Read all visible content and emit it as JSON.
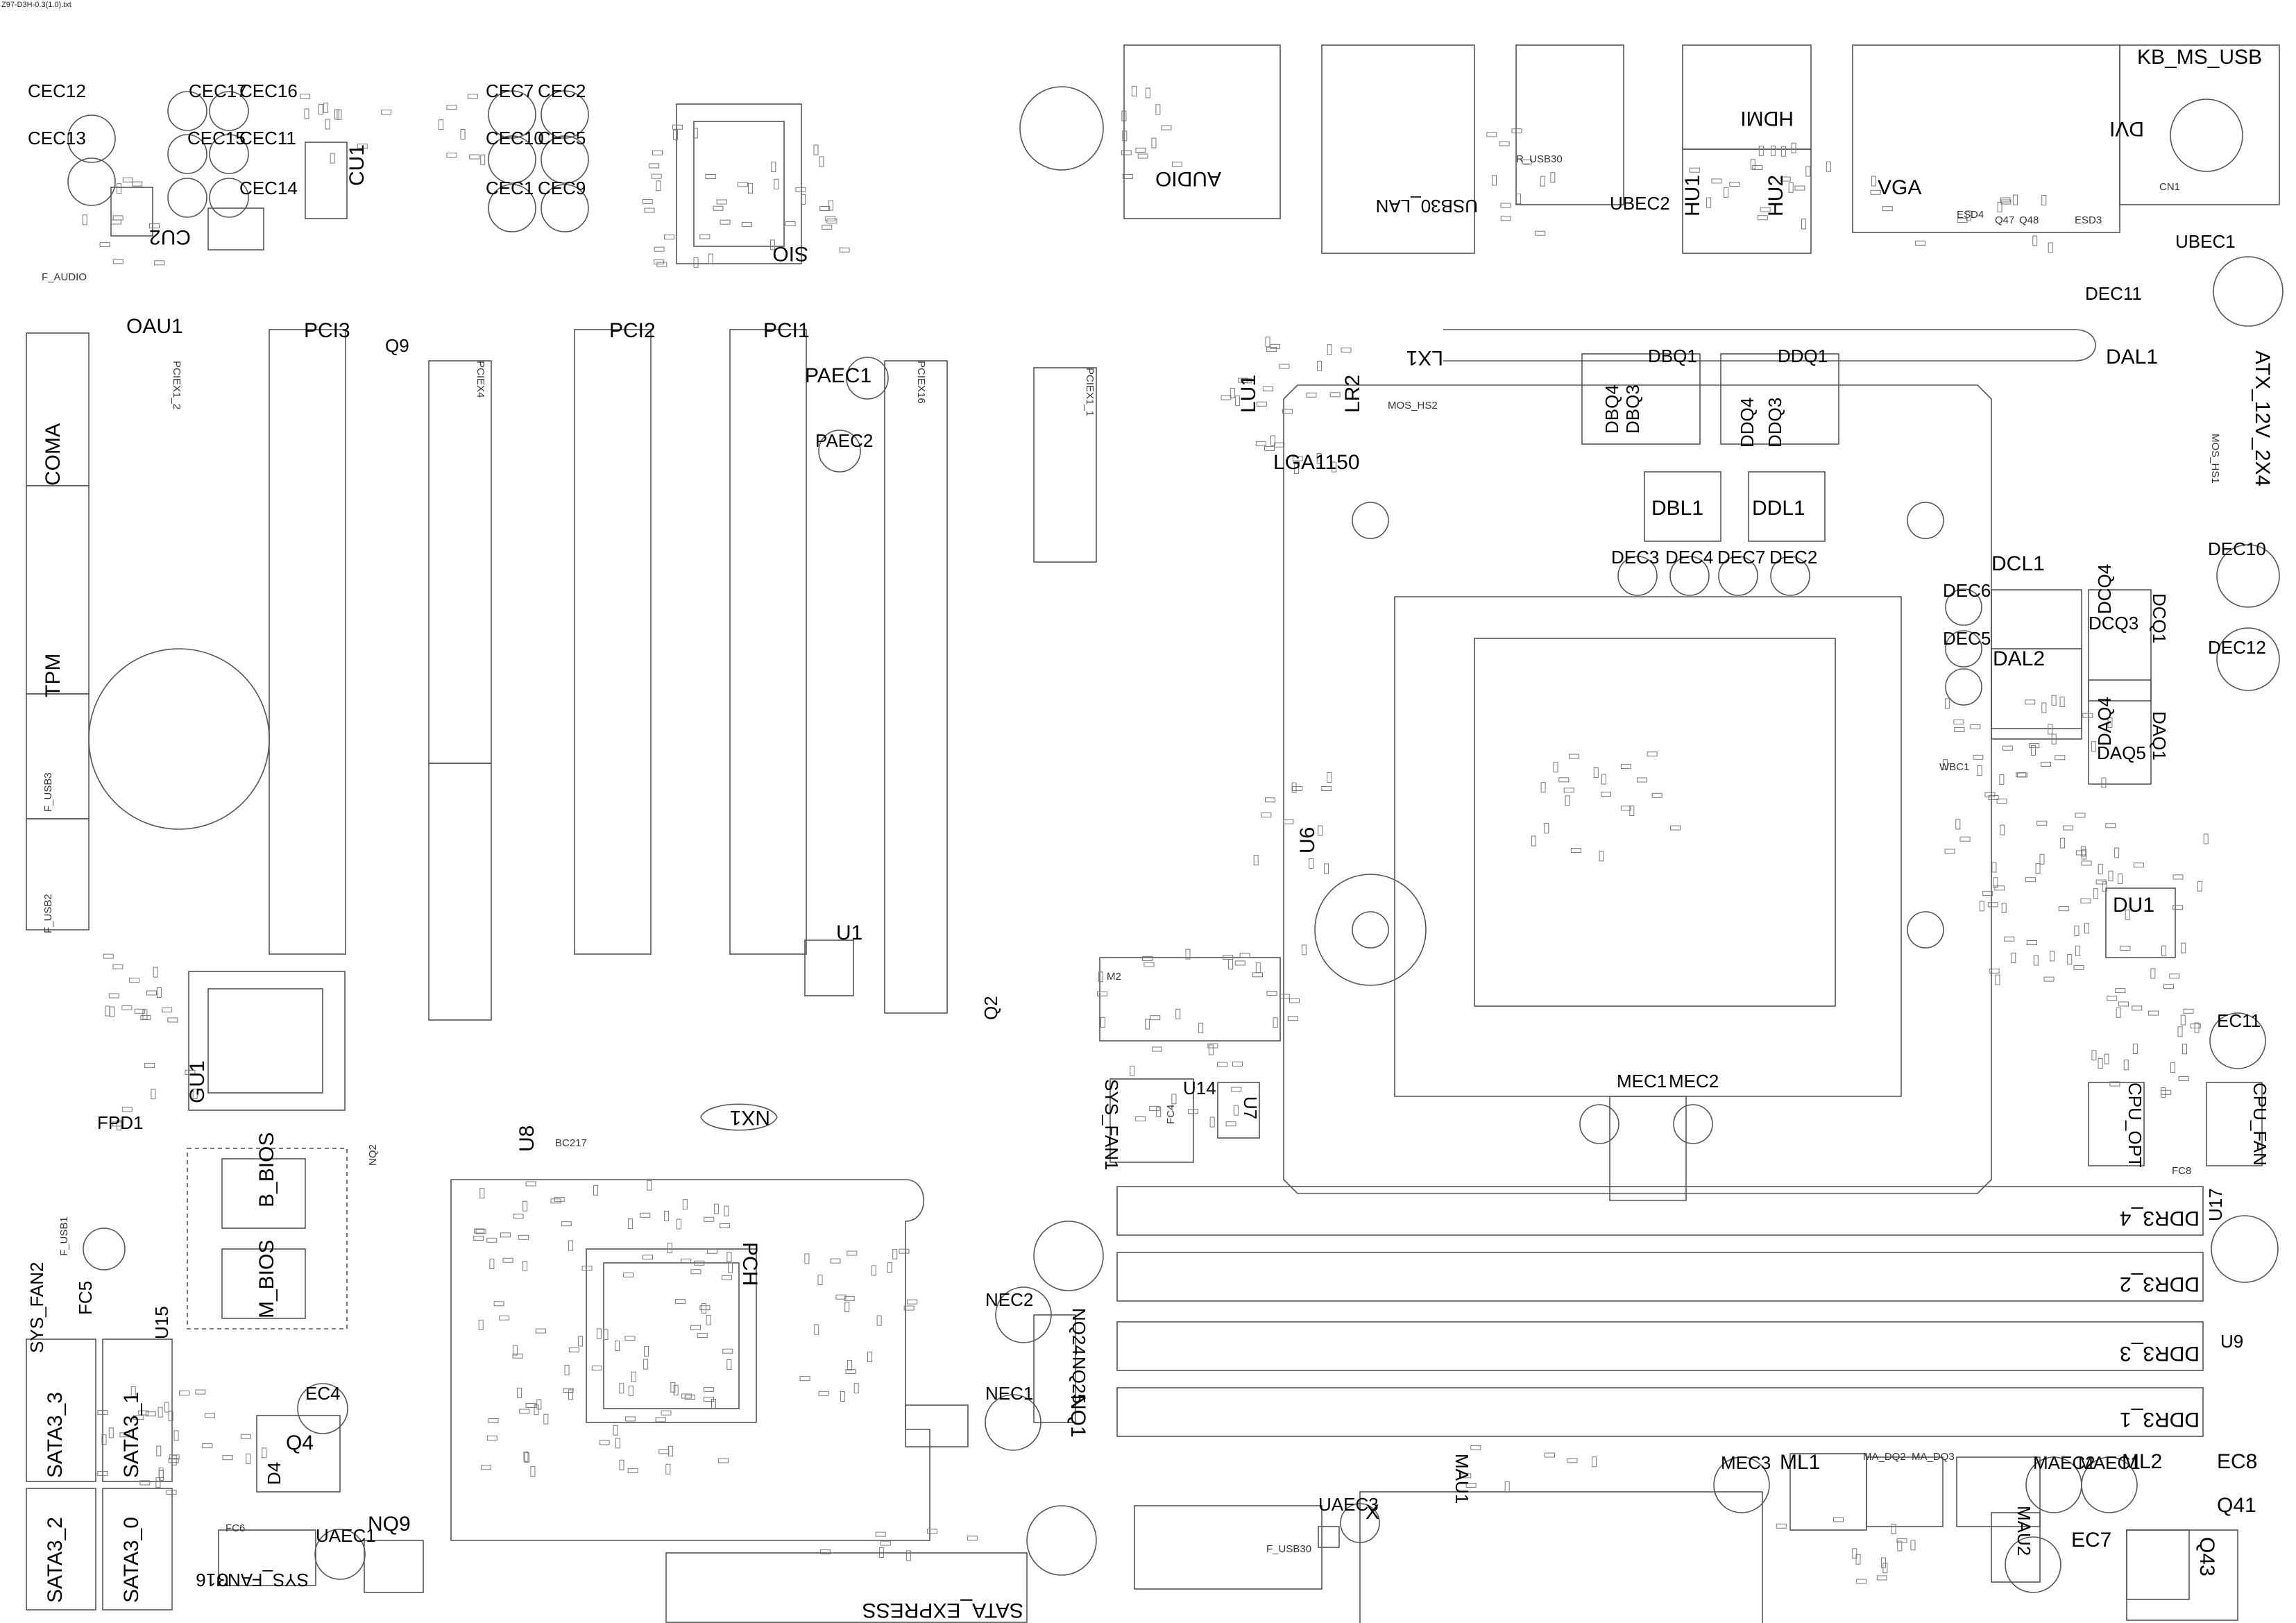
{
  "file_name": "Z97-D3H-0.3(1.0).txt",
  "labels": {
    "cec12": "CEC12",
    "cec13": "CEC13",
    "cec17": "CEC17",
    "cec16": "CEC16",
    "cec15": "CEC15",
    "cec11": "CEC11",
    "cec14": "CEC14",
    "cu2": "CU2",
    "cu1": "CU1",
    "cec7": "CEC7",
    "cec2": "CEC2",
    "cec10": "CEC10",
    "cec5": "CEC5",
    "cec1": "CEC1",
    "cec9": "CEC9",
    "sio": "SIO",
    "audio": "AUDIO",
    "usb30_lan": "USB30_LAN",
    "r_usb30": "R_USB30",
    "hdmi": "HDMI",
    "hu1": "HU1",
    "hu2": "HU2",
    "ubec2": "UBEC2",
    "vga": "VGA",
    "dvi": "DVI",
    "kb_ms_usb": "KB_MS_USB",
    "cn1": "CN1",
    "ubec1": "UBEC1",
    "esd4": "ESD4",
    "esd3": "ESD3",
    "q47": "Q47",
    "q48": "Q48",
    "oau1": "OAU1",
    "pci3": "PCI3",
    "q9": "Q9",
    "pci2": "PCI2",
    "pci1": "PCI1",
    "paec1": "PAEC1",
    "paec2": "PAEC2",
    "pciex16": "PCIEX16",
    "pciex4": "PCIEX4",
    "pciex1_2": "PCIEX1_2",
    "pciex1_1": "PCIEX1_1",
    "coma": "COMA",
    "tpm": "TPM",
    "f_usb3": "F_USB3",
    "f_usb2": "F_USB2",
    "f_audio": "F_AUDIO",
    "lu1": "LU1",
    "lr2": "LR2",
    "lga1150": "LGA1150",
    "lx1": "LX1",
    "mos_hs2": "MOS_HS2",
    "dbq1": "DBQ1",
    "ddq1": "DDQ1",
    "dbq4": "DBQ4",
    "dbq3": "DBQ3",
    "ddq4": "DDQ4",
    "ddq3": "DDQ3",
    "dbl1": "DBL1",
    "ddl1": "DDL1",
    "dec3": "DEC3",
    "dec4": "DEC4",
    "dec7": "DEC7",
    "dec2": "DEC2",
    "dec11": "DEC11",
    "dal1": "DAL1",
    "atx": "ATX_12V_2X4",
    "mos_hs1": "MOS_HS1",
    "dcl1": "DCL1",
    "dec6": "DEC6",
    "dec5": "DEC5",
    "dec10": "DEC10",
    "dec12": "DEC12",
    "dcq4": "DCQ4",
    "dcq3": "DCQ3",
    "dcq1": "DCQ1",
    "dal2": "DAL2",
    "daq4": "DAQ4",
    "daq5": "DAQ5",
    "daq1": "DAQ1",
    "du1": "DU1",
    "ec11": "EC11",
    "cpu_opt": "CPU_OPT",
    "fc8": "FC8",
    "cpu_fan": "CPU_FAN",
    "u17": "U17",
    "wbc1": "WBC1",
    "u1": "U1",
    "q2": "Q2",
    "m2": "M2",
    "u14": "U14",
    "sys_fan1": "SYS_FAN1",
    "fc4": "FC4",
    "u7": "U7",
    "u6": "U6",
    "nx1": "NX1",
    "u8": "U8",
    "bc217": "BC217",
    "mec1": "MEC1",
    "mec2": "MEC2",
    "pch": "PCH",
    "gu1": "GU1",
    "fpd1": "FPD1",
    "b_bios": "B_BIOS",
    "m_bios": "M_BIOS",
    "nq2": "NQ2",
    "sys_fan2": "SYS_FAN2",
    "fc5": "FC5",
    "u15": "U15",
    "f_usb1": "F_USB1",
    "sata3_3": "SATA3_3",
    "sata3_1": "SATA3_1",
    "sata3_2": "SATA3_2",
    "sata3_0": "SATA3_0",
    "ec4": "EC4",
    "q4": "Q4",
    "d4": "D4",
    "fc6": "FC6",
    "uaec1": "UAEC1",
    "nq9": "NQ9",
    "sys_fan3": "SYS_FAN3",
    "u16": "U16",
    "nec2": "NEC2",
    "nec1": "NEC1",
    "nq24": "NQ24",
    "nq25": "NQ25",
    "nq1": "NQ1",
    "sata_express": "SATA_EXPRESS",
    "f_usb30": "F_USB30",
    "uaec3": "UAEC3",
    "x": "X",
    "mau1": "MAU1",
    "mec3": "MEC3",
    "ml1": "ML1",
    "maec2": "MAEC2",
    "maec1": "MAEC1",
    "ml2": "ML2",
    "ec8": "EC8",
    "q41": "Q41",
    "ec7": "EC7",
    "q43": "Q43",
    "mau2": "MAU2",
    "ma_dq2": "MA_DQ2",
    "ma_dq3": "MA_DQ3",
    "ddr3_4": "DDR3_4",
    "ddr3_2": "DDR3_2",
    "ddr3_3": "DDR3_3",
    "ddr3_1": "DDR3_1",
    "u9": "U9"
  }
}
